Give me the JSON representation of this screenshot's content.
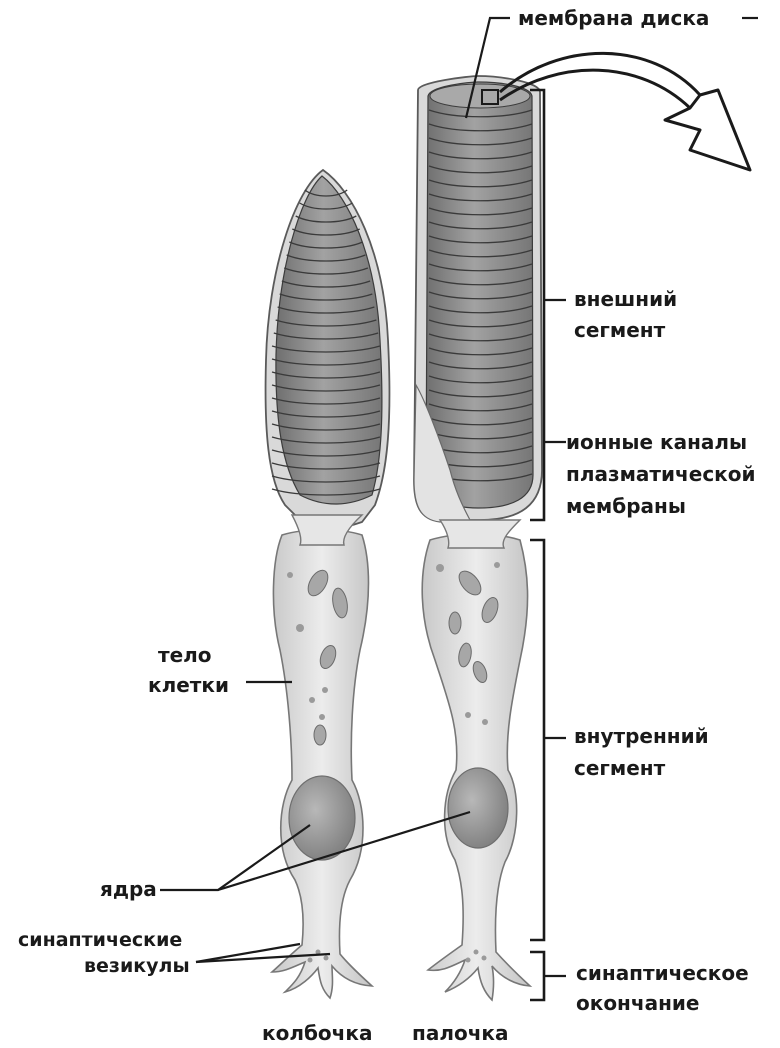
{
  "labels": {
    "disc_membrane": "мембрана диска",
    "outer_segment": [
      "внешний",
      "сегмент"
    ],
    "ion_channels": [
      "ионные каналы",
      "плазматической",
      "мембраны"
    ],
    "cell_body": [
      "тело",
      "клетки"
    ],
    "inner_segment": [
      "внутренний",
      "сегмент"
    ],
    "nuclei": "ядра",
    "synaptic_vesicles": [
      "синаптические",
      "везикулы"
    ],
    "synaptic_terminal": [
      "синаптическое",
      "окончание"
    ],
    "cone": "колбочка",
    "rod": "палочка"
  },
  "colors": {
    "disc": "#8d8d8d",
    "membrane": "#d9d9d9",
    "cytoplasm": "#dcdcdc",
    "text": "#1a1a1a"
  }
}
